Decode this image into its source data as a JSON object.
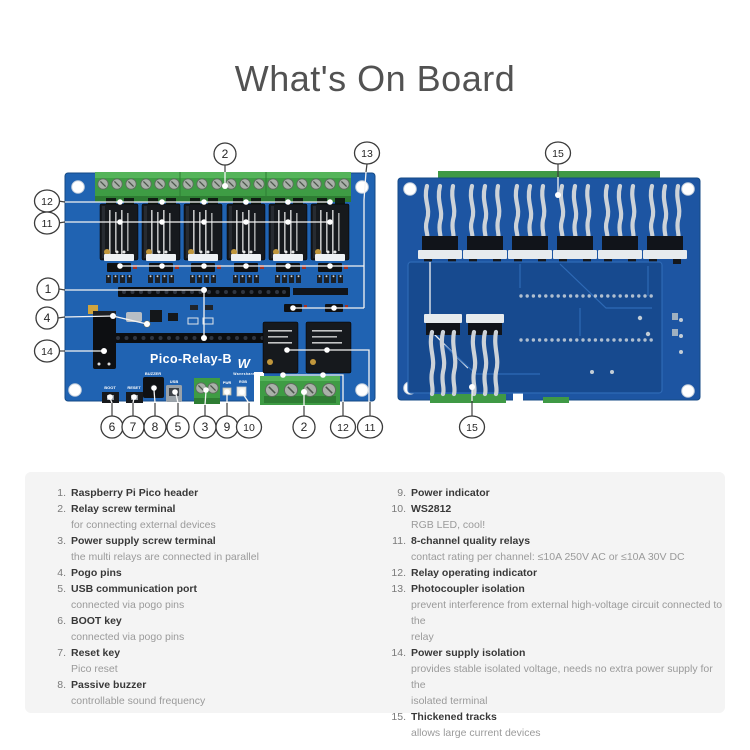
{
  "title": "What's On Board",
  "board": {
    "silkscreen_name": "Pico-Relay-B",
    "logo_mark": "W",
    "logo_text": "Waveshare",
    "labels": {
      "boot": "BOOT",
      "reset": "RESET",
      "buzzer": "BUZZER",
      "usb": "USB",
      "pwr": "PWR",
      "rgb": "RGB"
    }
  },
  "callouts": [
    "2",
    "13",
    "12",
    "11",
    "1",
    "4",
    "14",
    "6",
    "7",
    "8",
    "5",
    "3",
    "9",
    "10",
    "2",
    "12",
    "11",
    "15",
    "15"
  ],
  "colors": {
    "pcb_front": "#2063b2",
    "pcb_back": "#1d55a2",
    "pcb_inner": "#174a8f",
    "relay_body": "#16191d",
    "terminal_green": "#3e9c44",
    "track_silver": "#ccd2d8",
    "legend_bg": "#f4f4f4",
    "title_gray": "#525252",
    "callout_stroke": "#3b3b3b"
  },
  "legend": {
    "items": [
      {
        "num": "1.",
        "title": "Raspberry Pi Pico header"
      },
      {
        "num": "2.",
        "title": "Relay screw terminal",
        "desc": "for connecting external devices"
      },
      {
        "num": "3.",
        "title": "Power supply screw terminal",
        "desc": "the multi relays are connected in parallel"
      },
      {
        "num": "4.",
        "title": "Pogo pins"
      },
      {
        "num": "5.",
        "title": "USB communication port",
        "desc": "connected via pogo pins"
      },
      {
        "num": "6.",
        "title": "BOOT key",
        "desc": "connected via pogo pins"
      },
      {
        "num": "7.",
        "title": "Reset key",
        "desc": "Pico reset"
      },
      {
        "num": "8.",
        "title": "Passive buzzer",
        "desc": "controllable sound frequency"
      },
      {
        "num": "9.",
        "title": "Power indicator"
      },
      {
        "num": "10.",
        "title": "WS2812",
        "desc": "RGB LED, cool!"
      },
      {
        "num": "11.",
        "title": "8-channel quality relays",
        "desc": "contact rating per channel: ≤10A 250V AC or ≤10A 30V DC"
      },
      {
        "num": "12.",
        "title": "Relay operating indicator"
      },
      {
        "num": "13.",
        "title": "Photocoupler isolation",
        "desc": "prevent interference from external high-voltage circuit connected to the",
        "desc2": "relay"
      },
      {
        "num": "14.",
        "title": "Power supply isolation",
        "desc": "provides stable isolated voltage, needs no extra power supply for the",
        "desc2": "isolated terminal"
      },
      {
        "num": "15.",
        "title": "Thickened tracks",
        "desc": "allows large current devices"
      }
    ]
  }
}
